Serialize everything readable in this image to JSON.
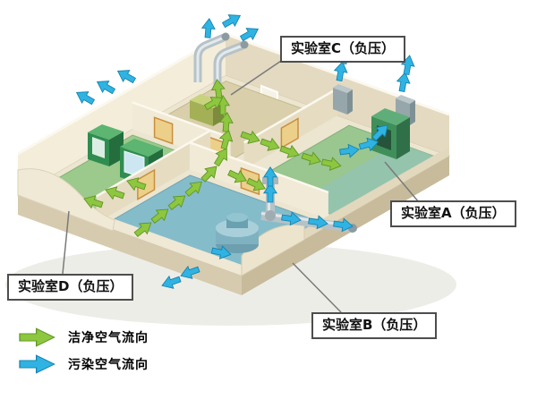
{
  "labels": {
    "lab_c": "实验室C（负压）",
    "lab_a": "实验室A（负压）",
    "lab_d": "实验室D（负压）",
    "lab_b": "实验室B（负压）"
  },
  "legend": {
    "clean_label": "洁净空气流向",
    "polluted_label": "污染空气流向"
  },
  "colors": {
    "clean_arrow": "#8dc63f",
    "polluted_arrow": "#2fb3e2",
    "label_border": "#4d4d4d",
    "floor_lab_d": "#9cc98c",
    "floor_lab_c": "#d9cfab",
    "floor_lab_a": "#9ac68f",
    "floor_lab_b": "#85bcca",
    "wall_light": "#f1ead6",
    "wall_dark": "#e6dcc2"
  }
}
